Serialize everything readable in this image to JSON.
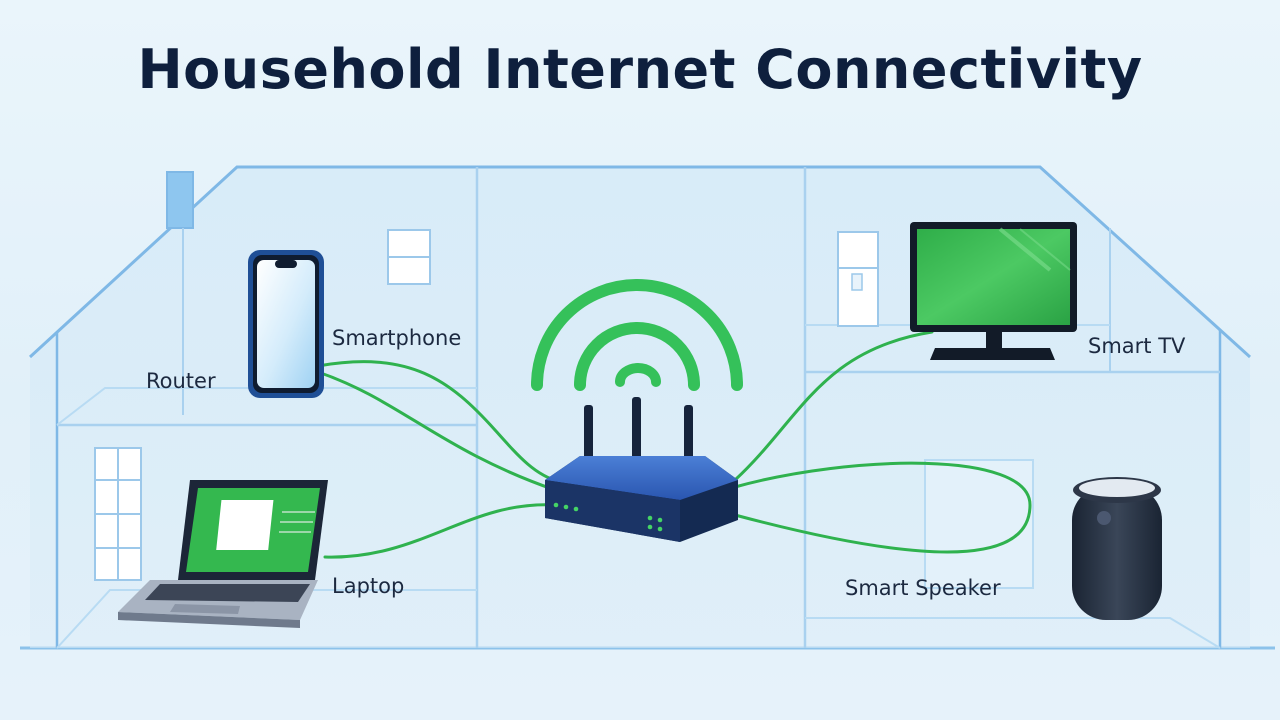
{
  "title": "Household Internet Connectivity",
  "labels": {
    "router": "Router",
    "smartphone": "Smartphone",
    "smart_tv": "Smart TV",
    "laptop": "Laptop",
    "smart_speaker": "Smart Speaker"
  },
  "colors": {
    "connection_line": "#2fb24e",
    "wifi_signal": "#35c15a",
    "house_outline": "#7fb8e6",
    "router_body": "#2a4f9e",
    "screen_green": "#34b84f"
  }
}
